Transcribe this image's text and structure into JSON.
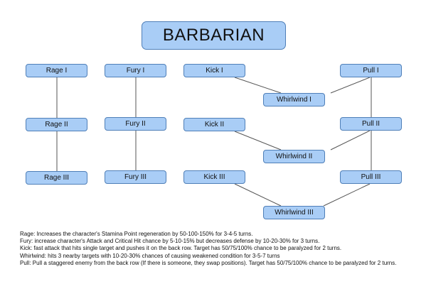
{
  "title": "BARBARIAN",
  "nodes": {
    "rage1": "Rage I",
    "rage2": "Rage II",
    "rage3": "Rage III",
    "fury1": "Fury I",
    "fury2": "Fury II",
    "fury3": "Fury III",
    "kick1": "Kick I",
    "kick2": "Kick II",
    "kick3": "Kick III",
    "pull1": "Pull I",
    "pull2": "Pull II",
    "pull3": "Pull III",
    "whirl1": "Whirlwind I",
    "whirl2": "Whirlwind II",
    "whirl3": "Whirlwind III"
  },
  "descriptions": [
    "Rage: Increases the character's Stamina Point regeneration by 50-100-150% for 3-4-5 turns.",
    "Fury: increase character's Attack and Critical Hit chance by 5-10-15% but decreases defense by 10-20-30% for 3 turns.",
    "Kick: fast attack that hits single target and pushes it on the back row. Target has 50/75/100% chance to be paralyzed for 2 turns.",
    "Whirlwind: hits 3 nearby targets with 10-20-30% chances of causing weakened condition for 3-5-7 turns",
    "Pull: Pull a staggered enemy from the back row (If there is someone, they swap positions). Target has 50/75/100% chance to be paralyzed for 2 turns."
  ],
  "colors": {
    "node_fill": "#a9cdf6",
    "node_border": "#4f7fb8",
    "connector": "#555555"
  }
}
